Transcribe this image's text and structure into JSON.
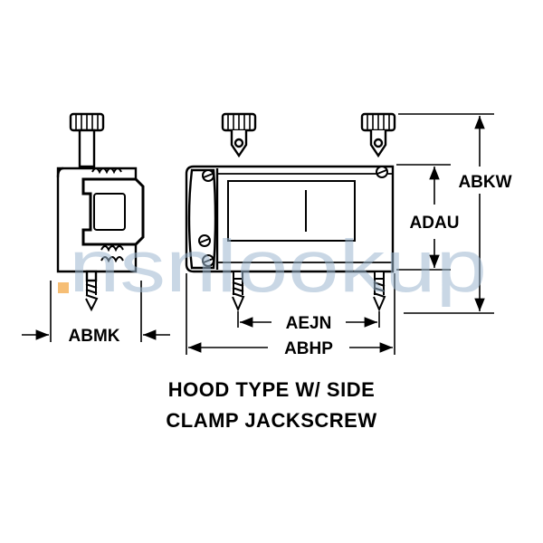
{
  "watermark": {
    "text": "nsnlookup",
    "dot_color": "#f2a23a",
    "text_color": "#9db8d0"
  },
  "dimensions": {
    "side_width": "ABMK",
    "screw_spacing": "AEJN",
    "overall_length": "ABHP",
    "body_height": "ADAU",
    "overall_height": "ABKW"
  },
  "caption": {
    "line1": "HOOD TYPE W/ SIDE",
    "line2": "CLAMP JACKSCREW"
  }
}
